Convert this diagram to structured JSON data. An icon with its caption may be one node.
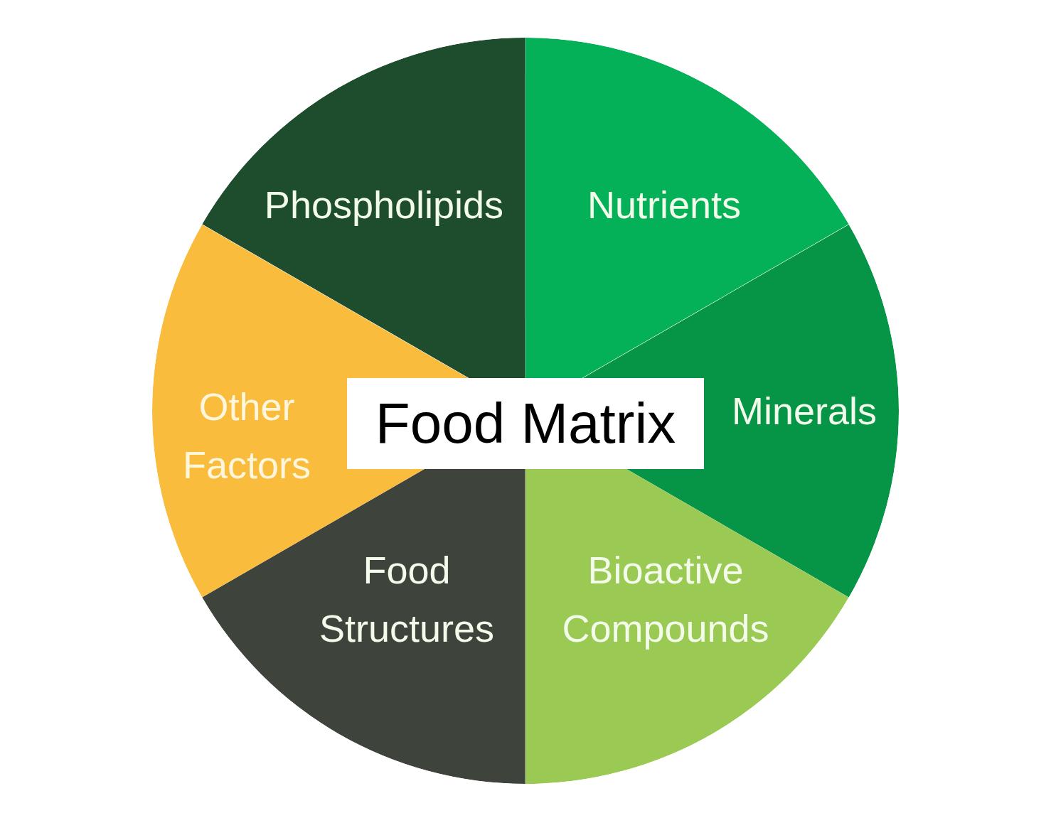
{
  "diagram": {
    "nodes": [
      {
        "text": [
          "Phospholipids"
        ]
      },
      {
        "text": [
          "Nutrients"
        ]
      },
      {
        "text": [
          "Other Factors"
        ]
      },
      {
        "text": [
          "Food Matrix"
        ]
      },
      {
        "text": [
          "Minerals"
        ]
      },
      {
        "text": [
          "Food Structures"
        ]
      },
      {
        "text": [
          "Bioactive Compounds"
        ]
      }
    ]
  }
}
